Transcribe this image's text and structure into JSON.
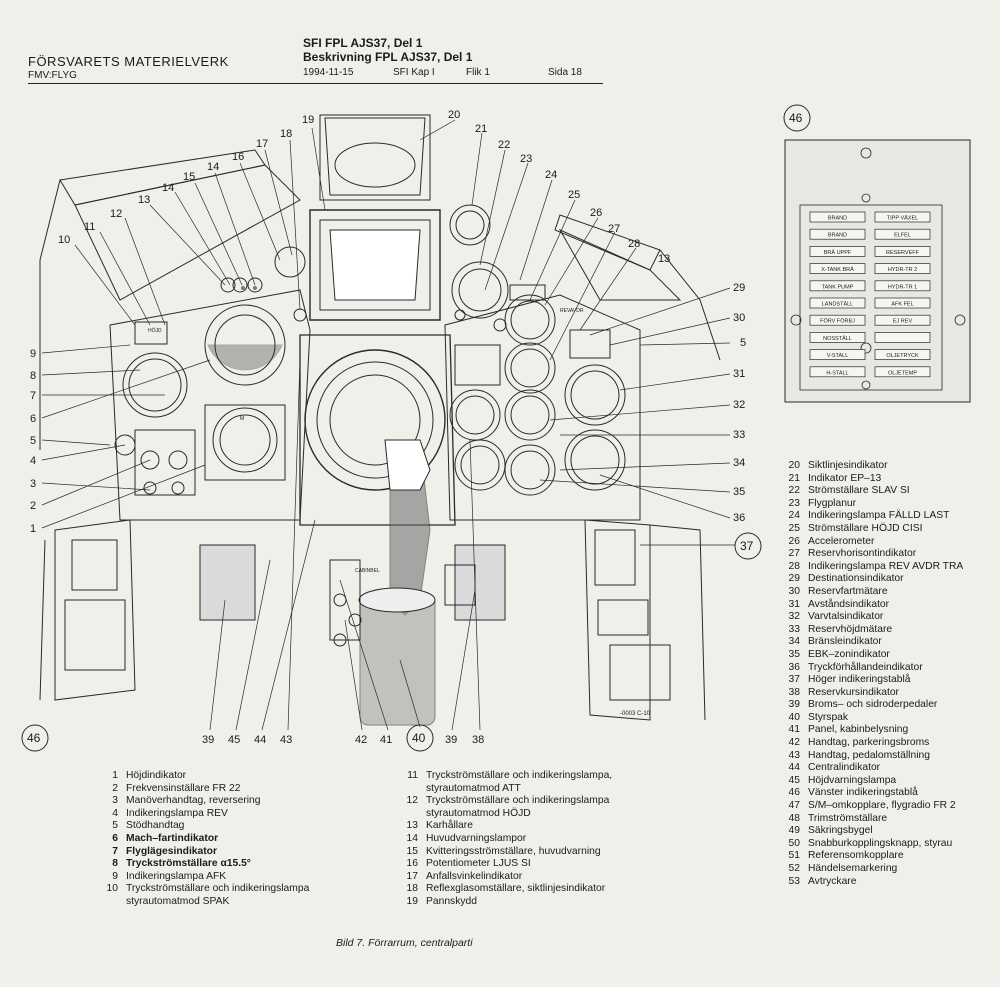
{
  "header": {
    "org_name": "FÖRSVARETS MATERIELVERK",
    "org_sub": "FMV:FLYG",
    "title_line1": "SFI FPL AJS37, Del 1",
    "title_line2": "Beskrivning FPL AJS37, Del 1",
    "date": "1994-11-15",
    "chapter": "SFI Kap I",
    "flik": "Flik 1",
    "page": "Sida 18"
  },
  "diagram": {
    "drawing_code": "-0003 C-10",
    "panel_46_circle": "46",
    "inset_circle": "46",
    "callout_37": "37",
    "callout_40": "40",
    "annunciator_left": [
      "BRAND",
      "BRAND",
      "BRÄ UPPF",
      "X-TANK BRÄ",
      "TANK PUMP",
      "LANDSTÄLL",
      "FÖRV FÖRBJ",
      "NOSSTÄLL",
      "V-STALL",
      "H-STALL"
    ],
    "annunciator_right": [
      "TIPP VÄXEL",
      "ELFEL",
      "RESERVEFF",
      "HYDR-TR 2",
      "HYDR-TR 1",
      "AFK FEL",
      "EJ REV",
      "",
      "OLJETRYCK",
      "OLJETEMP"
    ],
    "callouts_left": [
      "10",
      "11",
      "12",
      "13",
      "14",
      "15",
      "14",
      "16",
      "17",
      "18",
      "19"
    ],
    "callouts_top": [
      "20",
      "21",
      "22",
      "23",
      "24",
      "25",
      "26",
      "27",
      "28"
    ],
    "callouts_right": [
      "13",
      "29",
      "30",
      "5",
      "31",
      "32",
      "33",
      "34",
      "35",
      "36"
    ],
    "callouts_side": [
      "9",
      "8",
      "7",
      "6",
      "5",
      "4",
      "3",
      "2",
      "1"
    ],
    "callouts_bottom": [
      "39",
      "45",
      "44",
      "43",
      "42",
      "41",
      "39",
      "38"
    ],
    "small_labels": [
      "HÖJD",
      "M",
      "REVAVDR",
      "CABINBEL"
    ]
  },
  "legend": {
    "col1": [
      {
        "num": "1",
        "text": "Höjdindikator"
      },
      {
        "num": "2",
        "text": "Frekvensinställare FR 22"
      },
      {
        "num": "3",
        "text": "Manöverhandtag, reversering"
      },
      {
        "num": "4",
        "text": "Indikeringslampa REV"
      },
      {
        "num": "5",
        "text": "Stödhandtag"
      },
      {
        "num": "6",
        "text": "Mach–fartindikator"
      },
      {
        "num": "7",
        "text": "Flyglägesindikator"
      },
      {
        "num": "8",
        "text": "Tryckströmställare α15.5°"
      },
      {
        "num": "9",
        "text": "Indikeringslampa AFK"
      },
      {
        "num": "10",
        "text": "Tryckströmställare och indikeringslampa\nstyrautomatmod SPAK"
      }
    ],
    "col2": [
      {
        "num": "11",
        "text": "Tryckströmställare och indikeringslampa,\nstyrautomatmod ATT"
      },
      {
        "num": "12",
        "text": "Tryckströmställare och indikeringslampa\nstyrautomatmod HÖJD"
      },
      {
        "num": "13",
        "text": "Karhållare"
      },
      {
        "num": "14",
        "text": "Huvudvarningslampor"
      },
      {
        "num": "15",
        "text": "Kvitteringsströmställare, huvudvarning"
      },
      {
        "num": "16",
        "text": "Potentiometer LJUS SI"
      },
      {
        "num": "17",
        "text": "Anfallsvinkelindikator"
      },
      {
        "num": "18",
        "text": "Reflexglasomställare, siktlinjesindikator"
      },
      {
        "num": "19",
        "text": "Pannskydd"
      }
    ],
    "col3": [
      {
        "num": "20",
        "text": "Siktlinjesindikator"
      },
      {
        "num": "21",
        "text": "Indikator EP–13"
      },
      {
        "num": "22",
        "text": "Strömställare SLAV SI"
      },
      {
        "num": "23",
        "text": "Flygplanur"
      },
      {
        "num": "24",
        "text": "Indikeringslampa FÄLLD LAST"
      },
      {
        "num": "25",
        "text": "Strömställare HÖJD CISI"
      },
      {
        "num": "26",
        "text": "Accelerometer"
      },
      {
        "num": "27",
        "text": "Reservhorisontindikator"
      },
      {
        "num": "28",
        "text": "Indikeringslampa REV AVDR TRA"
      },
      {
        "num": "29",
        "text": "Destinationsindikator"
      },
      {
        "num": "30",
        "text": "Reservfartmätare"
      },
      {
        "num": "31",
        "text": "Avståndsindikator"
      },
      {
        "num": "32",
        "text": "Varvtalsindikator"
      },
      {
        "num": "33",
        "text": "Reservhöjdmätare"
      },
      {
        "num": "34",
        "text": "Bränsleindikator"
      },
      {
        "num": "35",
        "text": "EBK–zonindikator"
      },
      {
        "num": "36",
        "text": "Tryckförhållandeindikator"
      },
      {
        "num": "37",
        "text": "Höger indikeringstablå"
      },
      {
        "num": "38",
        "text": "Reservkursindikator"
      },
      {
        "num": "39",
        "text": "Broms– och sidroderpedaler"
      },
      {
        "num": "40",
        "text": "Styrspak"
      },
      {
        "num": "41",
        "text": "Panel, kabinbelysning"
      },
      {
        "num": "42",
        "text": "Handtag, parkeringsbroms"
      },
      {
        "num": "43",
        "text": "Handtag, pedalomställning"
      },
      {
        "num": "44",
        "text": "Centralindikator"
      },
      {
        "num": "45",
        "text": "Höjdvarningslampa"
      },
      {
        "num": "46",
        "text": "Vänster indikeringstablå"
      },
      {
        "num": "47",
        "text": "S/M–omkopplare, flygradio FR 2"
      },
      {
        "num": "48",
        "text": "Trimströmställare"
      },
      {
        "num": "49",
        "text": "Säkringsbygel"
      },
      {
        "num": "50",
        "text": "Snabburkopplingsknapp, styrau"
      },
      {
        "num": "51",
        "text": "Referensomkopplare"
      },
      {
        "num": "52",
        "text": "Händelsemarkering"
      },
      {
        "num": "53",
        "text": "Avtryckare"
      }
    ]
  },
  "caption": "Bild 7.   Förrarrum, centralparti"
}
